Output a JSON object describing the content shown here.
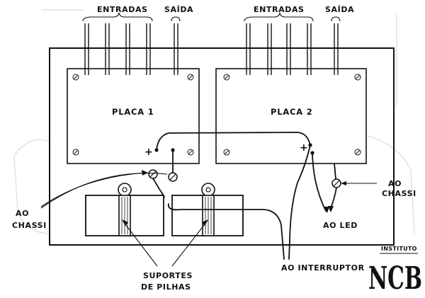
{
  "diagram": {
    "labels": {
      "inputs_left": "ENTRADAS",
      "output_left": "SAÍDA",
      "inputs_right": "ENTRADAS",
      "output_right": "SAÍDA",
      "plate1": "PLACA 1",
      "plate2": "PLACA 2",
      "plus_plate1": "+",
      "plus_plate2": "+",
      "chassis_left_line1": "AO",
      "chassis_left_line2": "CHASSI",
      "chassis_right_line1": "AO",
      "chassis_right_line2": "CHASSI",
      "to_led": "AO LED",
      "to_switch": "AO INTERRUPTOR",
      "holders_line1": "SUPORTES",
      "holders_line2": "DE PILHAS"
    },
    "logo": {
      "top": "INSTITUTO",
      "main": "NCB"
    }
  }
}
